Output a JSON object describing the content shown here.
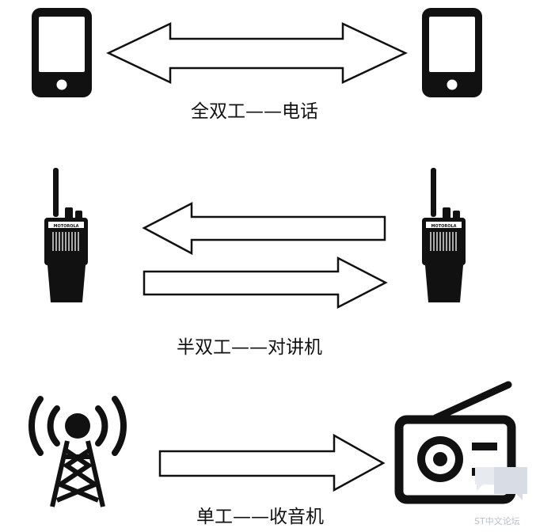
{
  "rows": [
    {
      "caption": "全双工——电话"
    },
    {
      "caption": "半双工——对讲机"
    },
    {
      "caption": "单工——收音机"
    }
  ],
  "radio_brand": "MOTOROLA",
  "watermark": {
    "text": "ST中文论坛"
  },
  "icons": {
    "phone_left": "smartphone-icon",
    "phone_right": "smartphone-icon",
    "walkie_left": "walkie-talkie-icon",
    "walkie_right": "walkie-talkie-icon",
    "tower": "broadcast-tower-icon",
    "radio": "radio-receiver-icon"
  }
}
